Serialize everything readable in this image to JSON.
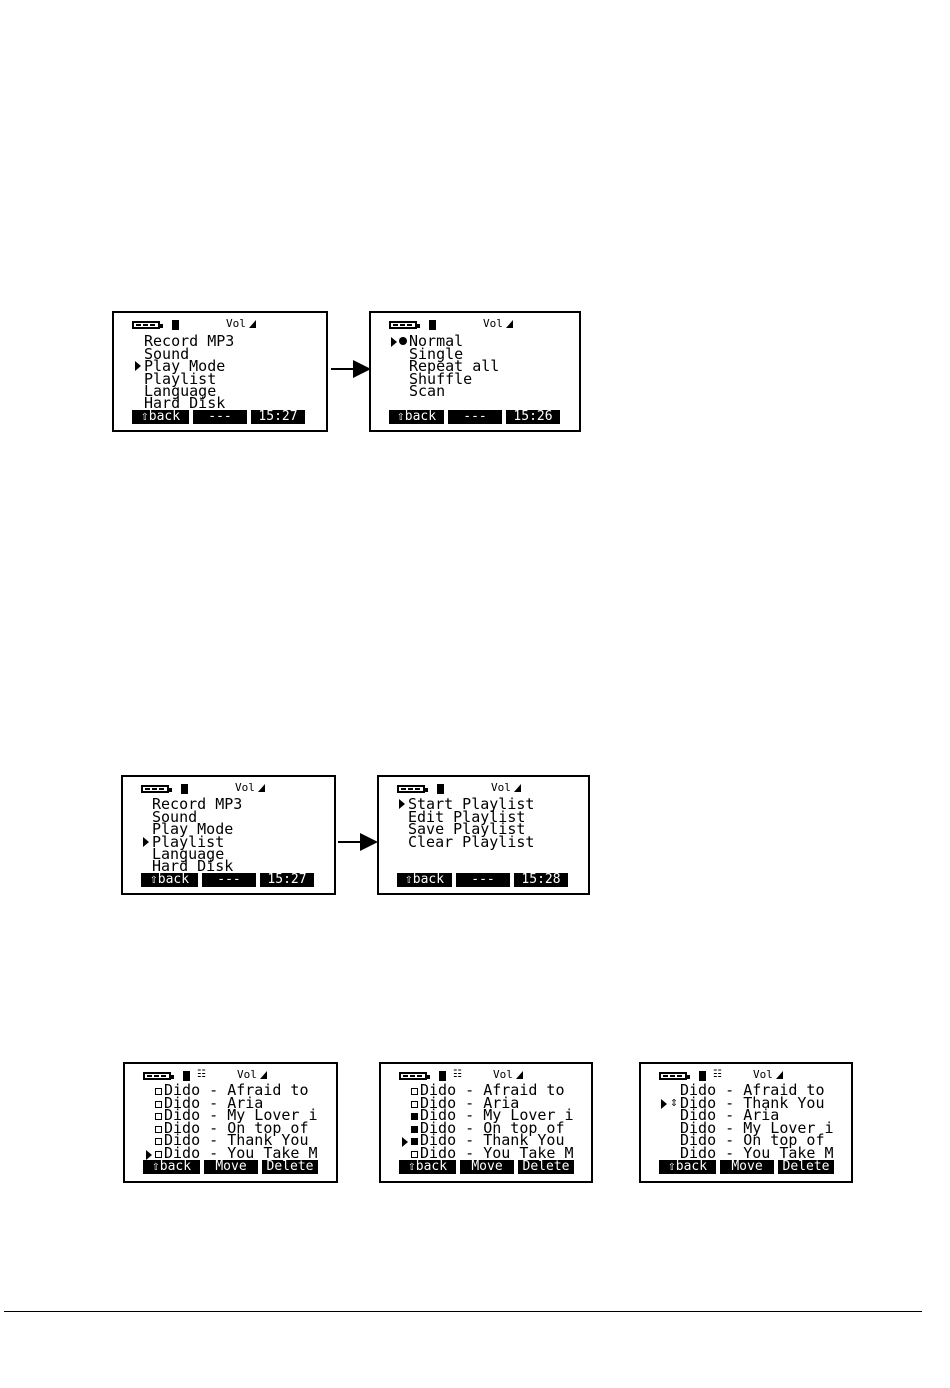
{
  "status": {
    "volume": "Vol",
    "playlist_glyph": "☷"
  },
  "main_menu": {
    "items": [
      "Record MP3",
      "Sound",
      "Play Mode",
      "Playlist",
      "Language",
      "Hard Disk"
    ]
  },
  "play_mode_menu": {
    "items": [
      "Normal",
      "Single",
      "Repeat all",
      "Shuffle",
      "Scan"
    ]
  },
  "playlist_menu": {
    "items": [
      "Start Playlist",
      "Edit Playlist",
      "Save Playlist",
      "Clear Playlist"
    ]
  },
  "footer": {
    "back": "⇧back",
    "dash": "---",
    "move": "Move",
    "delete": "Delete"
  },
  "times": {
    "t1": "15:27",
    "t2": "15:26",
    "t3": "15:27",
    "t4": "15:28"
  },
  "tracks_a": [
    "Dido - Afraid to",
    "Dido - Aria",
    "Dido - My Lover i",
    "Dido - On top of",
    "Dido - Thank You",
    "Dido - You Take M"
  ],
  "tracks_b": [
    "Dido - Afraid to",
    "Dido - Aria",
    "Dido - My Lover i",
    "Dido - On top of",
    "Dido - Thank You",
    "Dido - You Take M"
  ],
  "tracks_c": [
    "Dido - Afraid to",
    "Dido - Thank You",
    "Dido - Aria",
    "Dido - My Lover i",
    "Dido - On top of",
    "Dido - You Take M"
  ]
}
